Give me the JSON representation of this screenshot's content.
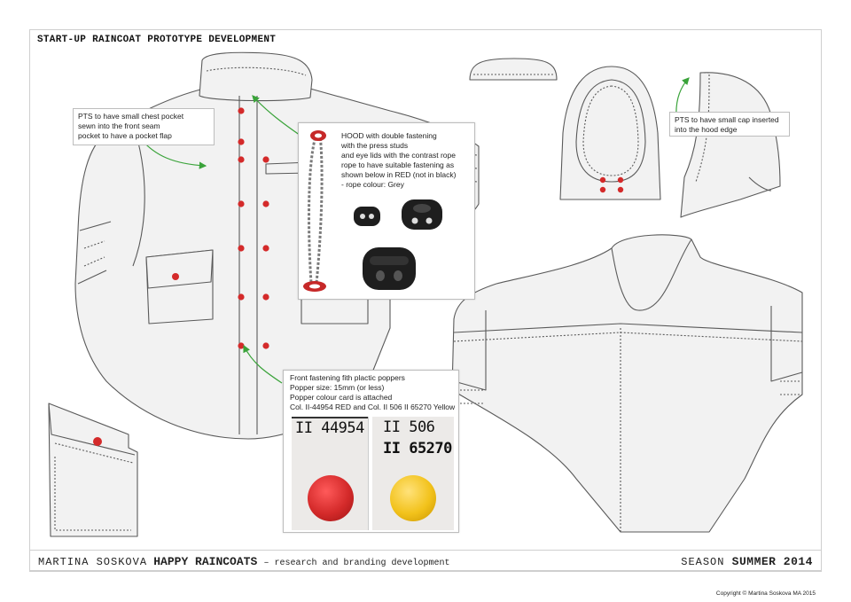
{
  "page": {
    "title": "START-UP RAINCOAT PROTOTYPE DEVELOPMENT"
  },
  "notes": {
    "chest_pocket": [
      "PTS to have small chest pocket",
      "sewn into the front seam",
      "pocket to have a pocket flap"
    ],
    "cap": [
      "PTS to have small cap inserted",
      "into the hood edge"
    ],
    "hood": [
      "HOOD with double fastening",
      "with the press studs",
      "and eye lids with the contrast rope",
      "rope to have suitable fastening as",
      "shown below in RED (not in black)",
      "- rope colour: Grey"
    ],
    "poppers": [
      "Front fastening fith plactic poppers",
      "Popper size: 15mm (or less)",
      "Popper colour card is attached",
      "Col. II-44954 RED and Col. II 506 II 65270 Yellow"
    ]
  },
  "color_card": {
    "red_code": "II 44954",
    "yellow_code_1": "II 506",
    "yellow_code_2": "II 65270"
  },
  "footer": {
    "designer": "MARTINA SOSKOVA",
    "brand": "HAPPY RAINCOATS",
    "tagline": "– research and branding development",
    "season_label": "SEASON",
    "season_value": "SUMMER 2014"
  },
  "copyright": "Copyright © Martina Soskova MA 2015",
  "colors": {
    "garment": "#f2f2f2",
    "stroke": "#5a5a5a",
    "popper_red": "#d42a2a",
    "popper_yellow": "#f2c21b",
    "arrow": "#3aa33a"
  }
}
